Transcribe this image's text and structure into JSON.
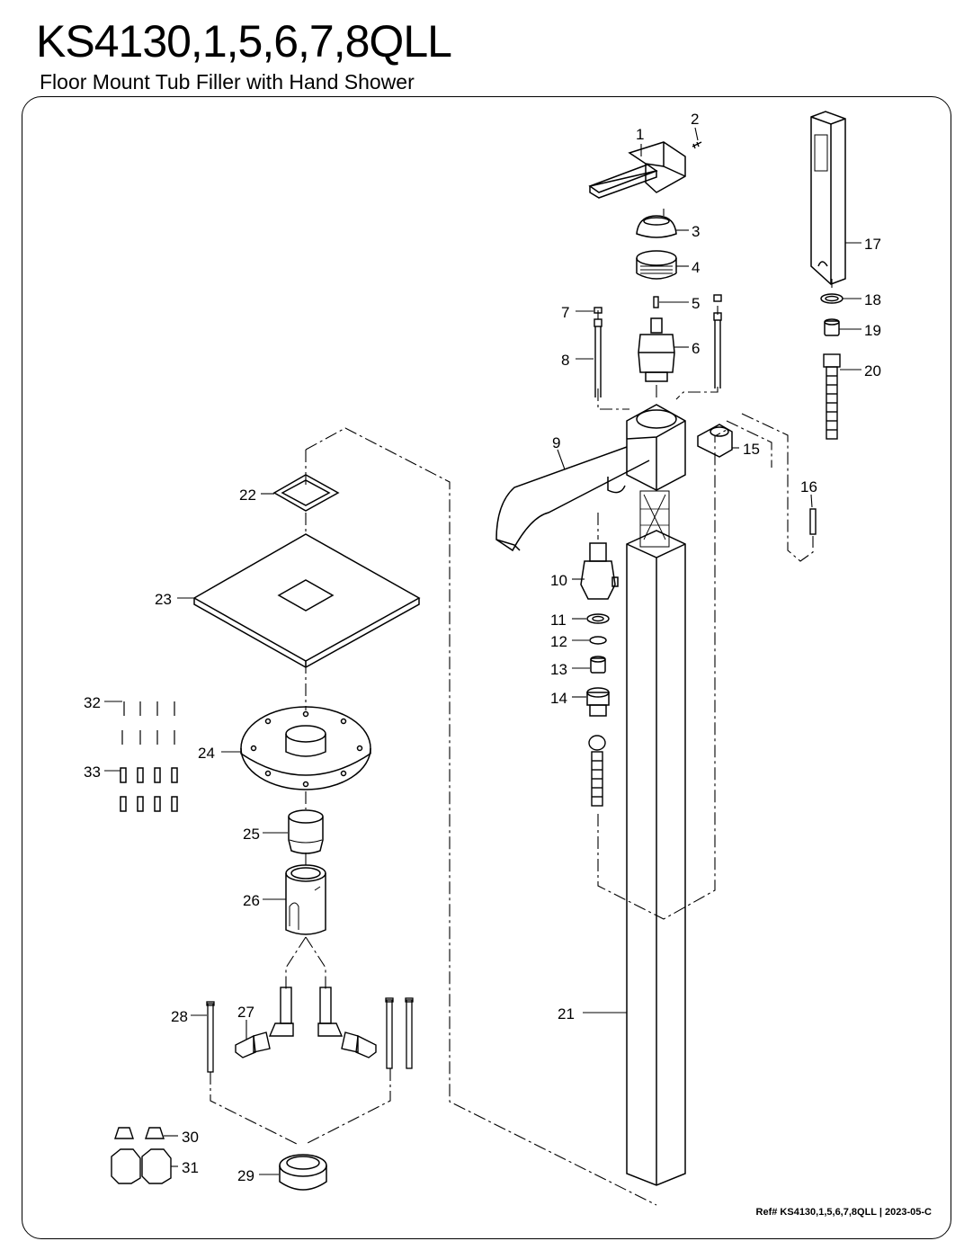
{
  "header": {
    "model": "KS4130,1,5,6,7,8QLL",
    "description": "Floor Mount Tub Filler with Hand Shower"
  },
  "footer": {
    "reference": "Ref# KS4130,1,5,6,7,8QLL | 2023-05-C"
  },
  "callouts": [
    "1",
    "2",
    "3",
    "4",
    "5",
    "6",
    "7",
    "8",
    "9",
    "10",
    "11",
    "12",
    "13",
    "14",
    "15",
    "16",
    "17",
    "18",
    "19",
    "20",
    "21",
    "22",
    "23",
    "24",
    "25",
    "26",
    "27",
    "28",
    "29",
    "30",
    "31",
    "32",
    "33"
  ]
}
